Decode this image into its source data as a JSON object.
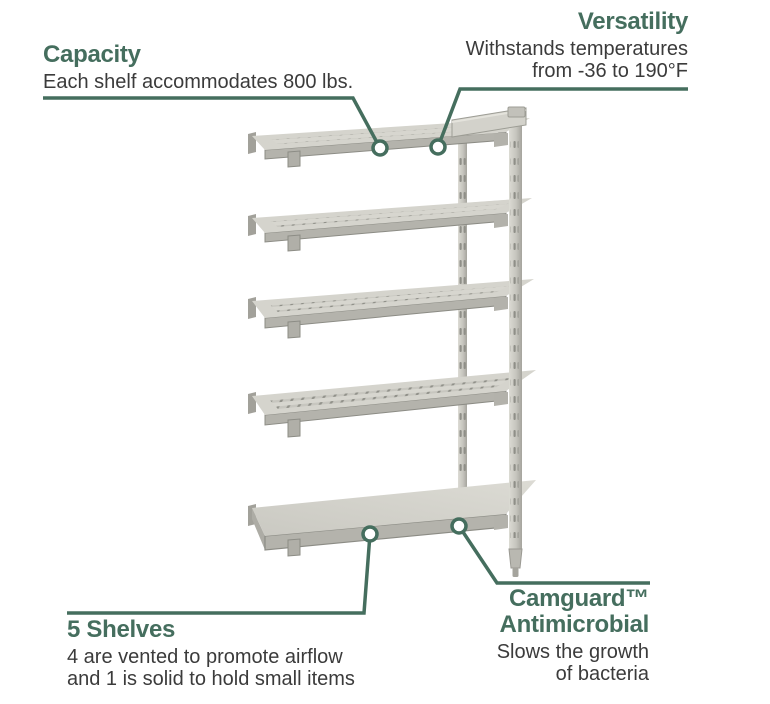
{
  "colors": {
    "accent_green": "#456e5e",
    "body_text": "#3b3b3b",
    "background": "#ffffff",
    "unit_light": "#d5d4cd",
    "unit_base": "#c7c6bf",
    "unit_shadow": "#91918a"
  },
  "illustration": {
    "type": "shelving-unit",
    "shelves_total": 5,
    "vented_shelves": 4,
    "solid_shelves": 1,
    "posts": 2
  },
  "callouts": {
    "capacity": {
      "title": "Capacity",
      "body_lines": [
        "Each shelf accommodates 800 lbs."
      ]
    },
    "versatility": {
      "title": "Versatility",
      "body_lines": [
        "Withstands temperatures",
        "from -36 to 190°F"
      ]
    },
    "five_shelves": {
      "title": "5 Shelves",
      "body_lines": [
        "4 are vented to promote airflow",
        "and 1 is solid to hold small items"
      ]
    },
    "camguard": {
      "title_lines": [
        "Camguard™",
        "Antimicrobial"
      ],
      "body_lines": [
        "Slows the growth",
        "of bacteria"
      ]
    }
  }
}
